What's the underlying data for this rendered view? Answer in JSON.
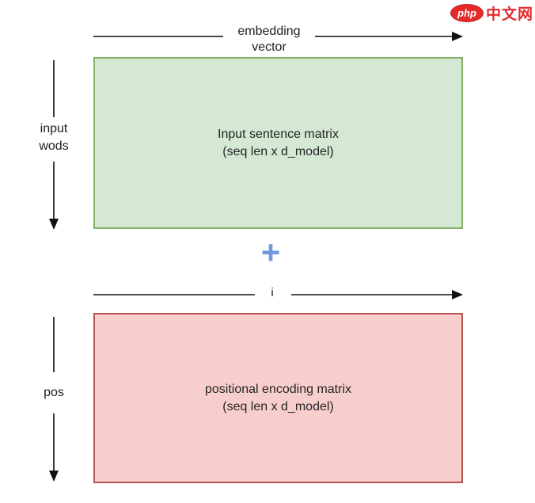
{
  "logo": {
    "php": "php",
    "site": "中文网"
  },
  "diagram": {
    "top_axis": {
      "label_line1": "embedding",
      "label_line2": "vector"
    },
    "left_axis_top": {
      "label_line1": "input",
      "label_line2": "wods"
    },
    "input_matrix": {
      "title": "Input sentence matrix",
      "subtitle": "(seq len x d_model)"
    },
    "plus_sign": "+",
    "mid_axis": {
      "label": "i"
    },
    "left_axis_bottom": {
      "label": "pos"
    },
    "pos_matrix": {
      "title": "positional encoding matrix",
      "subtitle": "(seq len x d_model)"
    }
  },
  "colors": {
    "input_matrix_fill": "#d5e8d4",
    "input_matrix_border": "#82b366",
    "pos_matrix_fill": "#f8cecc",
    "pos_matrix_border": "#b85450",
    "plus_blue": "#6f99e0",
    "logo_red": "#e6292b",
    "line_color": "#4a4a4a"
  }
}
